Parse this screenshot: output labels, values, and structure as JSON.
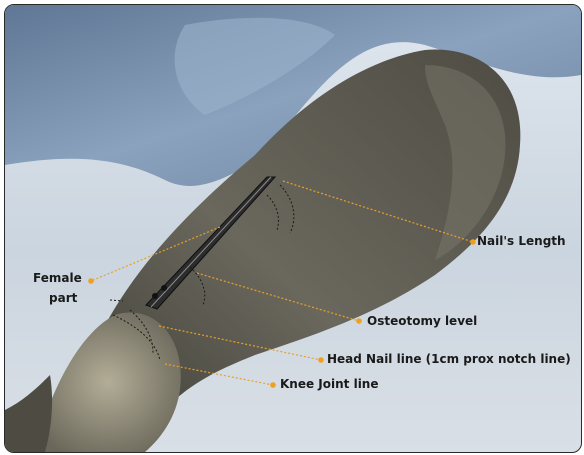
{
  "labels": {
    "nail_length": "Nail's Length",
    "female_part_line1": "Female",
    "female_part_line2": "part",
    "osteotomy_level": "Osteotomy level",
    "head_nail_line": "Head Nail line (1cm prox notch line)",
    "knee_joint_line": "Knee Joint line"
  },
  "colors": {
    "leader_line": "#e8a02a",
    "leader_dot": "#f0a020",
    "thigh": "#5e5c52",
    "torso": "#7d93ad",
    "background": "#d3dbe3"
  }
}
